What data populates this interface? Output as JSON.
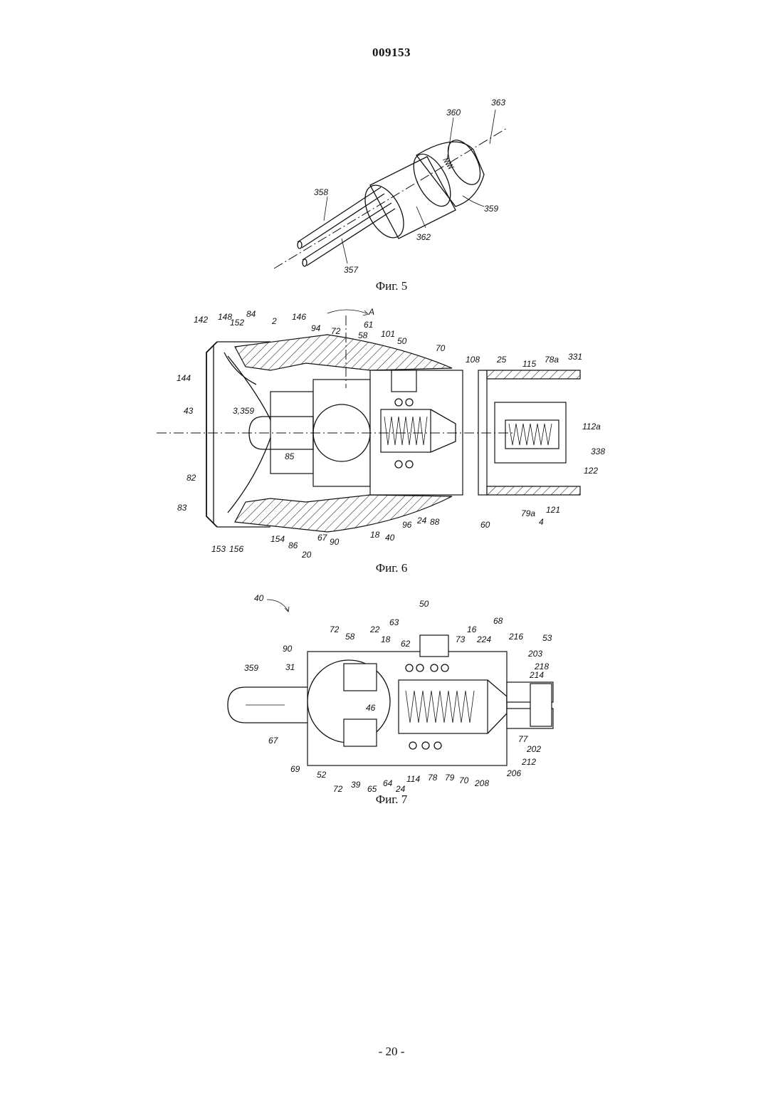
{
  "header": {
    "doc_number": "009153"
  },
  "footer": {
    "page_number": "- 20 -"
  },
  "figures": {
    "fig5": {
      "caption": "Фиг. 5",
      "labels": {
        "l360": "360",
        "l363": "363",
        "l358": "358",
        "l359": "359",
        "l362": "362",
        "l357": "357"
      }
    },
    "fig6": {
      "caption": "Фиг. 6",
      "labels": {
        "l142": "142",
        "l148": "148",
        "l152": "152",
        "l84": "84",
        "l2": "2",
        "l146": "146",
        "l94": "94",
        "lA": "A",
        "l61": "61",
        "l72": "72",
        "l58": "58",
        "l101": "101",
        "l50": "50",
        "l70": "70",
        "l108": "108",
        "l25": "25",
        "l115": "115",
        "l78a": "78a",
        "l331": "331",
        "l144": "144",
        "l43": "43",
        "l3359": "3,359",
        "l112a": "112a",
        "l85": "85",
        "l338": "338",
        "l82": "82",
        "l122": "122",
        "l83": "83",
        "l88": "88",
        "l24": "24",
        "l96": "96",
        "l79a": "79a",
        "l121": "121",
        "l4": "4",
        "l60": "60",
        "l153": "153",
        "l156": "156",
        "l154": "154",
        "l86": "86",
        "l67": "67",
        "l90": "90",
        "l18": "18",
        "l40": "40",
        "l20": "20"
      }
    },
    "fig7": {
      "caption": "Фиг. 7",
      "labels": {
        "l40": "40",
        "l50": "50",
        "l72t": "72",
        "l58": "58",
        "l22": "22",
        "l63": "63",
        "l18": "18",
        "l16": "16",
        "l68": "68",
        "l62": "62",
        "l73": "73",
        "l224": "224",
        "l216": "216",
        "l53": "53",
        "l90": "90",
        "l203": "203",
        "l31": "31",
        "l218": "218",
        "l359": "359",
        "l214": "214",
        "l46": "46",
        "l67": "67",
        "l77": "77",
        "l202": "202",
        "l212": "212",
        "l69": "69",
        "l52": "52",
        "l72b": "72",
        "l39": "39",
        "l65": "65",
        "l64": "64",
        "l24": "24",
        "l114": "114",
        "l78": "78",
        "l79": "79",
        "l70": "70",
        "l208": "208",
        "l206": "206"
      }
    }
  }
}
